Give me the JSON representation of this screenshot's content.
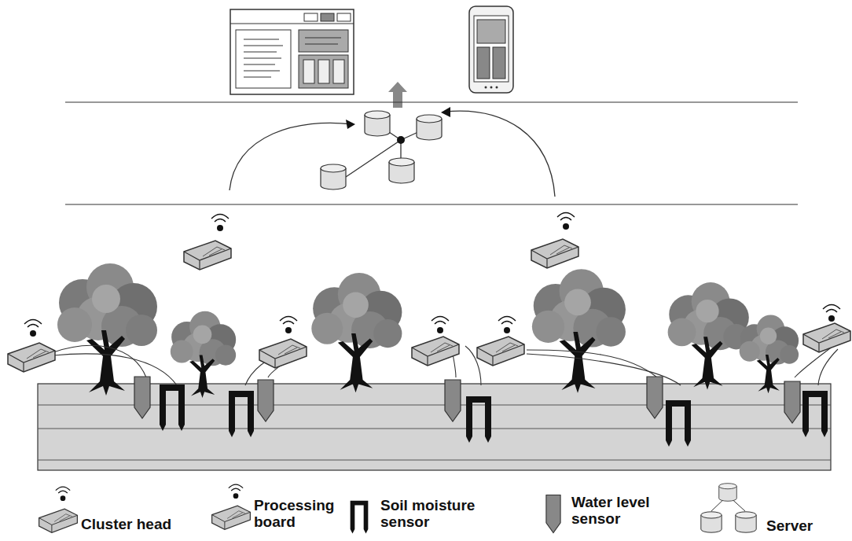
{
  "diagram": {
    "legend": [
      {
        "text": "Cluster head"
      },
      {
        "text": "Processing board"
      },
      {
        "text": "Soil moisture sensor"
      },
      {
        "text": "Water level sensor"
      },
      {
        "text": "Server"
      }
    ]
  }
}
